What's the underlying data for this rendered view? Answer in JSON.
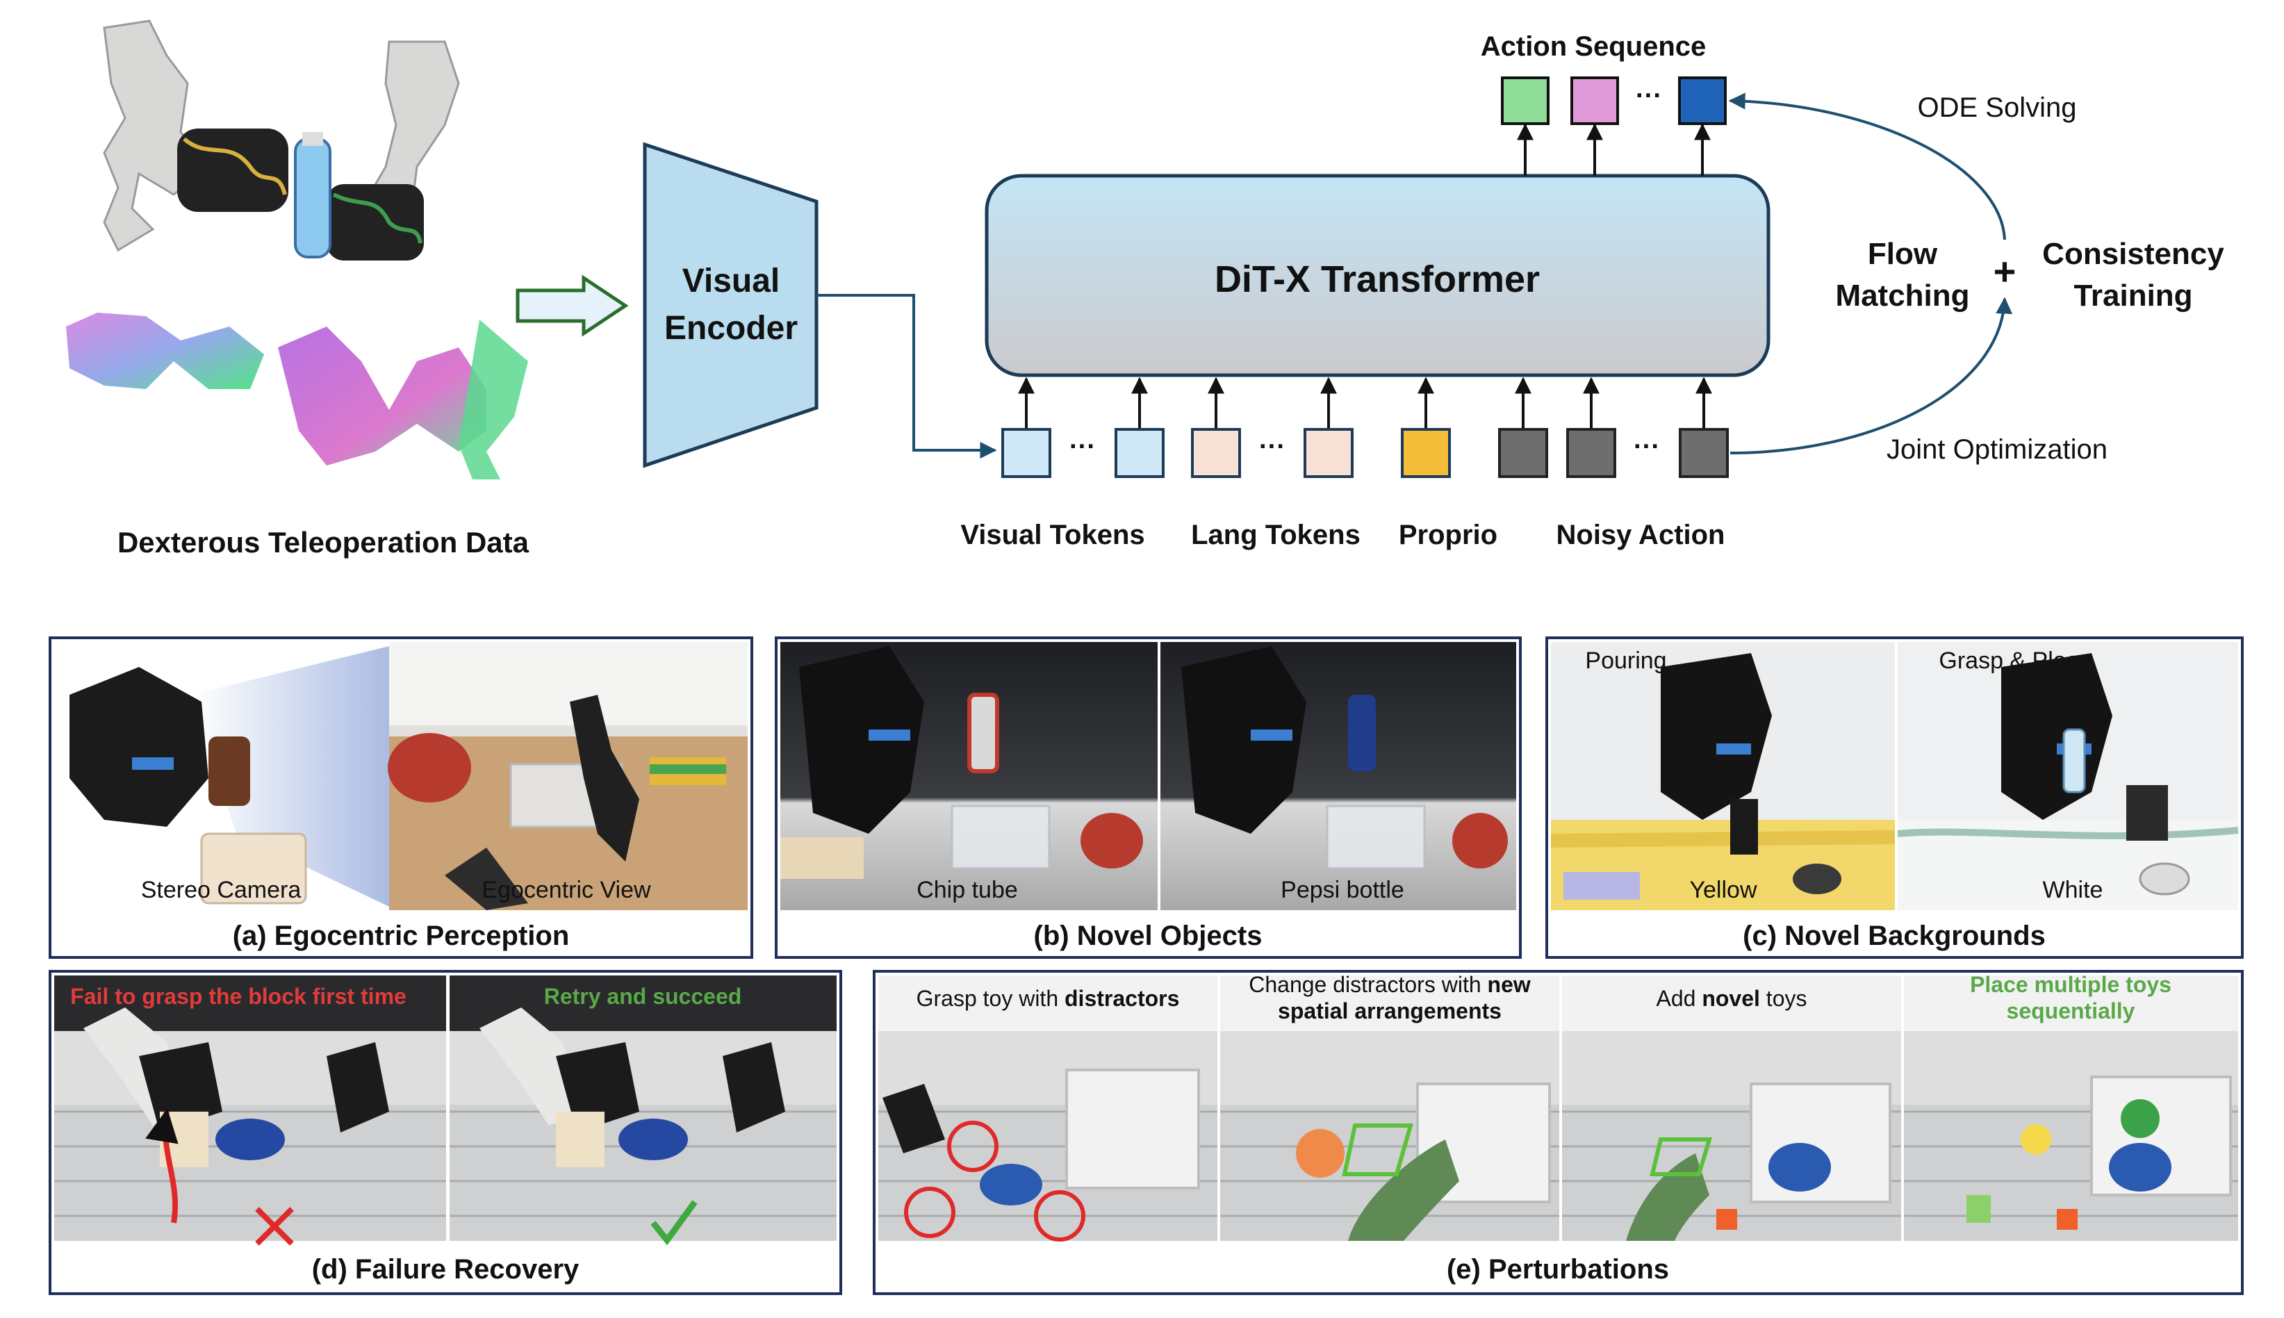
{
  "pipeline": {
    "teleop_caption": "Dexterous Teleoperation Data",
    "visual_encoder": [
      "Visual",
      "Encoder"
    ],
    "transformer": "DiT-X Transformer",
    "action_sequence": "Action Sequence",
    "ode_solving": "ODE Solving",
    "flow_matching": [
      "Flow",
      "Matching"
    ],
    "plus": "+",
    "consistency_training": [
      "Consistency",
      "Training"
    ],
    "joint_optimization": "Joint Optimization",
    "ellipsis": "···",
    "token_groups": [
      "Visual Tokens",
      "Lang Tokens",
      "Proprio",
      "Noisy Action"
    ],
    "colors": {
      "encoder_fill": "#b9dcef",
      "transformer_fill_top": "#c7e6f7",
      "transformer_fill_bottom": "#c9c9cc",
      "visual_token": "#cfe7f6",
      "lang_token": "#f8e2d8",
      "proprio_token": "#f3bd3a",
      "noisy_token": "#6e6e6e",
      "action_green": "#8fdc98",
      "action_pink": "#e19ad9",
      "action_blue": "#1f63b8",
      "arrow_blue": "#1d4f6e",
      "frame": "#1f2f5a"
    }
  },
  "panels": {
    "a": {
      "caption": "(a) Egocentric Perception",
      "labels": [
        "Stereo Camera",
        "Egocentric View"
      ]
    },
    "b": {
      "caption": "(b) Novel Objects",
      "labels": [
        "Chip tube",
        "Pepsi bottle"
      ]
    },
    "c": {
      "caption": "(c) Novel Backgrounds",
      "top_labels": [
        "Pouring",
        "Grasp & Place"
      ],
      "bottom_labels": [
        "Yellow",
        "White"
      ]
    },
    "d": {
      "caption": "(d) Failure Recovery",
      "labels": [
        "Fail to grasp the block first time",
        "Retry and succeed"
      ]
    },
    "e": {
      "caption": "(e) Perturbations",
      "labels": {
        "p1": {
          "pre": "Grasp toy with ",
          "bold": "distractors"
        },
        "p2": {
          "line1_pre": "Change distractors with ",
          "line1_bold": "new",
          "line2_bold": "spatial arrangements"
        },
        "p3": {
          "pre": "Add ",
          "bold": "novel",
          "post": " toys"
        },
        "p4": {
          "line1": "Place multiple toys",
          "line2": "sequentially"
        }
      },
      "label_colors": {
        "fail": "#e23b3b",
        "success": "#5aa84a"
      }
    }
  }
}
